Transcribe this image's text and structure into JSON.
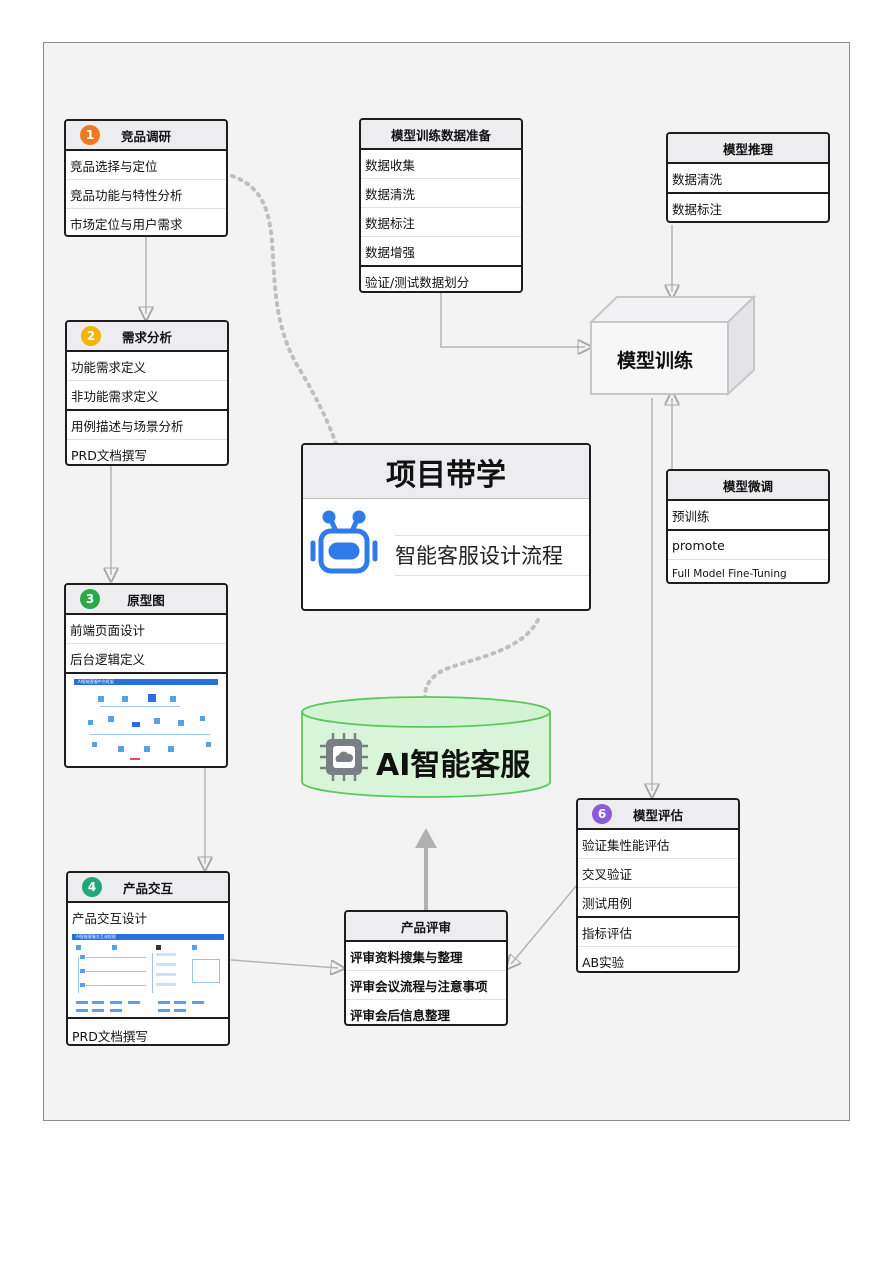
{
  "center": {
    "title": "项目带学",
    "subtitle": "智能客服设计流程",
    "icon": "robot-icon"
  },
  "database": {
    "label": "AI智能客服",
    "icon": "chip-cloud-icon",
    "color": "#d9f5d9"
  },
  "training_node": {
    "label": "模型训练"
  },
  "cards": {
    "competitor": {
      "badge": "1",
      "badge_color": "#f07a22",
      "title": "竞品调研",
      "items": [
        "竞品选择与定位",
        "竞品功能与特性分析",
        "市场定位与用户需求"
      ]
    },
    "requirements": {
      "badge": "2",
      "badge_color": "#f4b400",
      "title": "需求分析",
      "items": [
        "功能需求定义",
        "非功能需求定义",
        "用例描述与场景分析",
        "PRD文档撰写"
      ]
    },
    "prototype": {
      "badge": "3",
      "badge_color": "#2aa84a",
      "title": "原型图",
      "items": [
        "前端页面设计",
        "后台逻辑定义"
      ],
      "thumbnail_title": "AI智能客服中台框架"
    },
    "interaction": {
      "badge": "4",
      "badge_color": "#22a67a",
      "title": "产品交互",
      "items": [
        "产品交互设计",
        "PRD文档撰写"
      ],
      "thumbnail_title": "AI智能客服交互流程图"
    },
    "review": {
      "title": "产品评审",
      "items": [
        "评审资料搜集与整理",
        "评审会议流程与注意事项",
        "评审会后信息整理"
      ]
    },
    "data_prep": {
      "title": "模型训练数据准备",
      "items": [
        "数据收集",
        "数据清洗",
        "数据标注",
        "数据增强",
        "验证/测试数据划分"
      ]
    },
    "inference": {
      "title": "模型推理",
      "items": [
        "数据清洗",
        "数据标注"
      ]
    },
    "finetune": {
      "title": "模型微调",
      "items": [
        "预训练",
        "promote",
        "Full Model Fine-Tuning"
      ]
    },
    "evaluation": {
      "badge": "6",
      "badge_color": "#8b5ad8",
      "title": "模型评估",
      "items": [
        "验证集性能评估",
        "交叉验证",
        "测试用例",
        "指标评估",
        "AB实验"
      ]
    }
  }
}
